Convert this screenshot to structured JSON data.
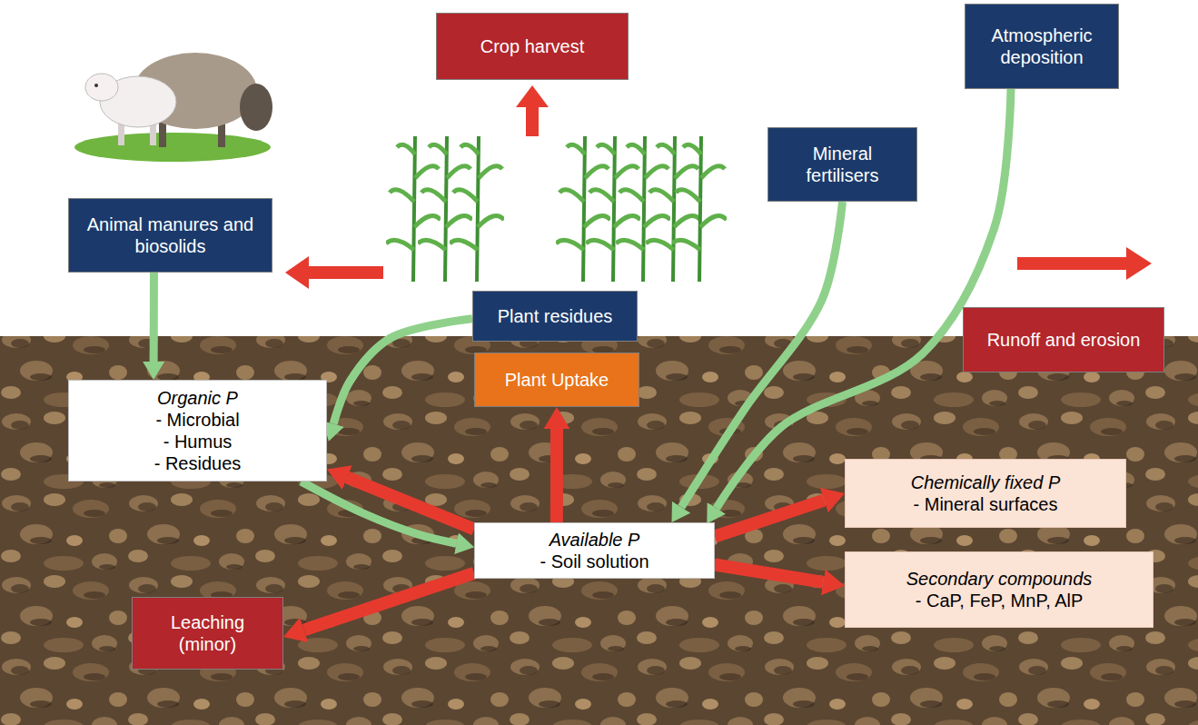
{
  "diagram": {
    "nodes": [
      {
        "text": [
          "Crop harvest"
        ]
      },
      {
        "text": [
          "Atmospheric deposition"
        ]
      },
      {
        "text": [
          "Mineral fertilisers"
        ]
      },
      {
        "text": [
          "Animal manures and biosolids"
        ]
      },
      {
        "text": [
          "Plant residues"
        ]
      },
      {
        "text": [
          "Runoff and erosion"
        ]
      },
      {
        "text": [
          "Organic P",
          "- Microbial",
          "- Humus",
          "- Residues"
        ]
      },
      {
        "text": [
          "Plant Uptake"
        ]
      },
      {
        "text": [
          "Available P",
          "- Soil solution"
        ]
      },
      {
        "text": [
          "Chemically fixed P",
          "- Mineral surfaces"
        ]
      },
      {
        "text": [
          "Secondary compounds",
          "- CaP, FeP, MnP, AlP"
        ]
      },
      {
        "text": [
          "Leaching (minor)"
        ]
      }
    ],
    "edges": [
      {
        "from": 3,
        "to": 6,
        "arrow": "to"
      },
      {
        "from": 4,
        "to": 6,
        "arrow": "to"
      },
      {
        "from": 2,
        "to": 8,
        "arrow": "to"
      },
      {
        "from": 1,
        "to": 8,
        "arrow": "to"
      },
      {
        "from": 6,
        "to": 8,
        "arrow": "to"
      },
      {
        "from": 8,
        "to": 6,
        "arrow": "to"
      },
      {
        "from": 8,
        "to": 7,
        "arrow": "to"
      },
      {
        "from": 8,
        "to": 11,
        "arrow": "to"
      },
      {
        "from": 8,
        "to": 9,
        "arrow": "to"
      },
      {
        "from": 8,
        "to": 10,
        "arrow": "to"
      }
    ]
  }
}
